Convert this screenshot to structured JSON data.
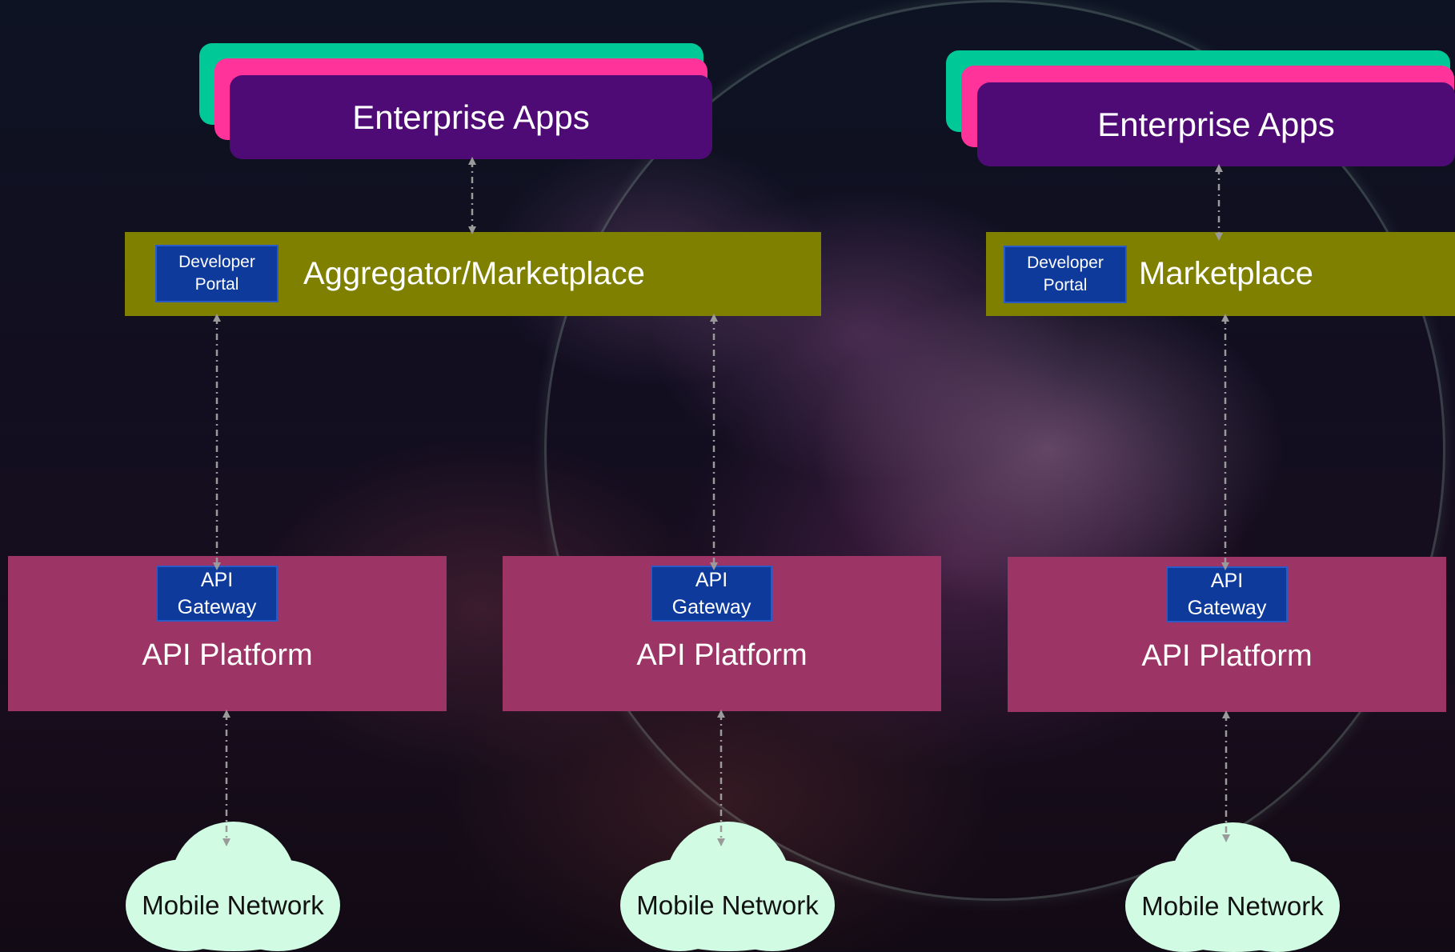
{
  "colors": {
    "apps_front": "#4f0b75",
    "apps_mid": "#ff3399",
    "apps_back": "#00c896",
    "bar": "#808000",
    "portal": "#0e3a9c",
    "platform": "#9c3466",
    "gateway": "#0e3a9c",
    "cloud": "#d1fbe2",
    "connector": "#9a9a9a"
  },
  "left": {
    "enterprise_apps": "Enterprise Apps",
    "developer_portal": [
      "Developer",
      "Portal"
    ],
    "bar_label": "Aggregator/Marketplace"
  },
  "right": {
    "enterprise_apps": "Enterprise Apps",
    "developer_portal": [
      "Developer",
      "Portal"
    ],
    "bar_label": "Marketplace"
  },
  "platforms": [
    {
      "gateway": [
        "API",
        "Gateway"
      ],
      "label": "API Platform",
      "network": "Mobile Network"
    },
    {
      "gateway": [
        "API",
        "Gateway"
      ],
      "label": "API Platform",
      "network": "Mobile Network"
    },
    {
      "gateway": [
        "API",
        "Gateway"
      ],
      "label": "API Platform",
      "network": "Mobile Network"
    }
  ]
}
